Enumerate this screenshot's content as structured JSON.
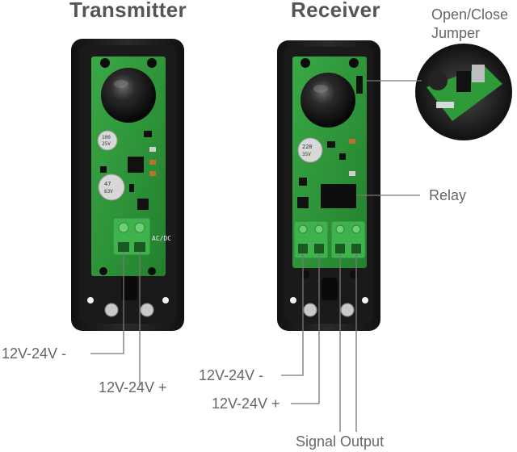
{
  "titles": {
    "transmitter": "Transmitter",
    "receiver": "Receiver"
  },
  "callouts": {
    "jumper_line1": "Open/Close",
    "jumper_line2": "Jumper",
    "relay": "Relay",
    "tx_minus": "12V-24V -",
    "tx_plus": "12V-24V +",
    "rx_minus": "12V-24V -",
    "rx_plus": "12V-24V +",
    "signal_output": "Signal Output"
  },
  "board_markings": {
    "tx_terminal": "AC/DC",
    "tx_cap_small_1": "100",
    "tx_cap_small_2": "25V",
    "tx_cap_large_1": "47",
    "tx_cap_large_2": "63V",
    "rx_cap_1": "220",
    "rx_cap_2": "35V"
  },
  "colors": {
    "housing": "#1c1c1c",
    "pcb": "#2f9a3a",
    "terminal": "#3fb24d",
    "leader_line": "#777777",
    "text": "#555555"
  }
}
